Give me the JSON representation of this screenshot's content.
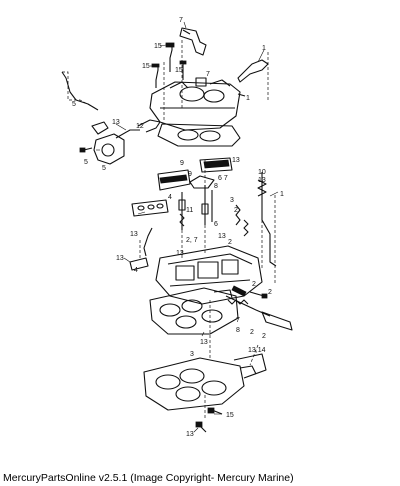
{
  "footer": {
    "caption": "MercuryPartsOnline v2.5.1 (Image Copyright- Mercury Marine)"
  },
  "callouts": {
    "c7a": "7",
    "c15a": "15",
    "c1a": "1",
    "c15b": "15",
    "c15c": "15",
    "c7b": "7",
    "c1b": "1",
    "c5a": "5",
    "c13a": "13",
    "c12a": "12",
    "c5b": "5",
    "c5c": "5",
    "c13b": "13",
    "c9a": "9",
    "c9b": "9",
    "c67": "6 7",
    "c10": "10",
    "c13c": "13",
    "c8a": "8",
    "c1c": "1",
    "c4": "4",
    "c11": "11",
    "c3a": "3",
    "c2a": "2",
    "c13d": "13",
    "c6": "6",
    "c13e": "13",
    "c2b": "2",
    "c27": "2, 7",
    "c13f": "13",
    "c4b": "4",
    "c13g": "13",
    "c2c": "2",
    "c2d": "2",
    "c7c": "7",
    "c8b": "8",
    "c2e": "2",
    "c2f": "2",
    "c13h": "13",
    "c3b": "3",
    "c1314": "13,14",
    "c15d": "15",
    "c13i": "13"
  }
}
